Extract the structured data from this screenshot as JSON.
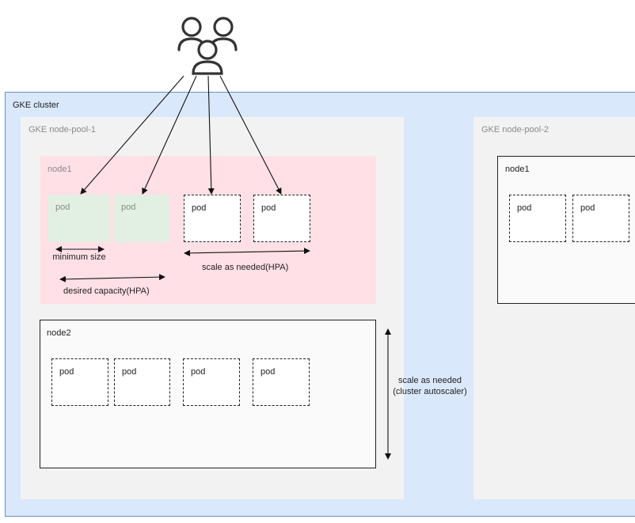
{
  "cluster_label": "GKE cluster",
  "pools": [
    {
      "label": "GKE node-pool-1",
      "nodes": [
        {
          "label": "node1",
          "pods": [
            "pod",
            "pod",
            "pod",
            "pod"
          ]
        },
        {
          "label": "node2",
          "pods": [
            "pod",
            "pod",
            "pod",
            "pod"
          ]
        }
      ]
    },
    {
      "label": "GKE node-pool-2",
      "nodes": [
        {
          "label": "node1",
          "pods": [
            "pod",
            "pod"
          ]
        }
      ]
    }
  ],
  "annotations": {
    "minimum_size": "minimum size",
    "desired_capacity": "desired capacity(HPA)",
    "scale_hpa": "scale as needed(HPA)",
    "scale_cluster": "scale as needed (cluster autoscaler)"
  },
  "icons": {
    "users": "users-icon"
  }
}
